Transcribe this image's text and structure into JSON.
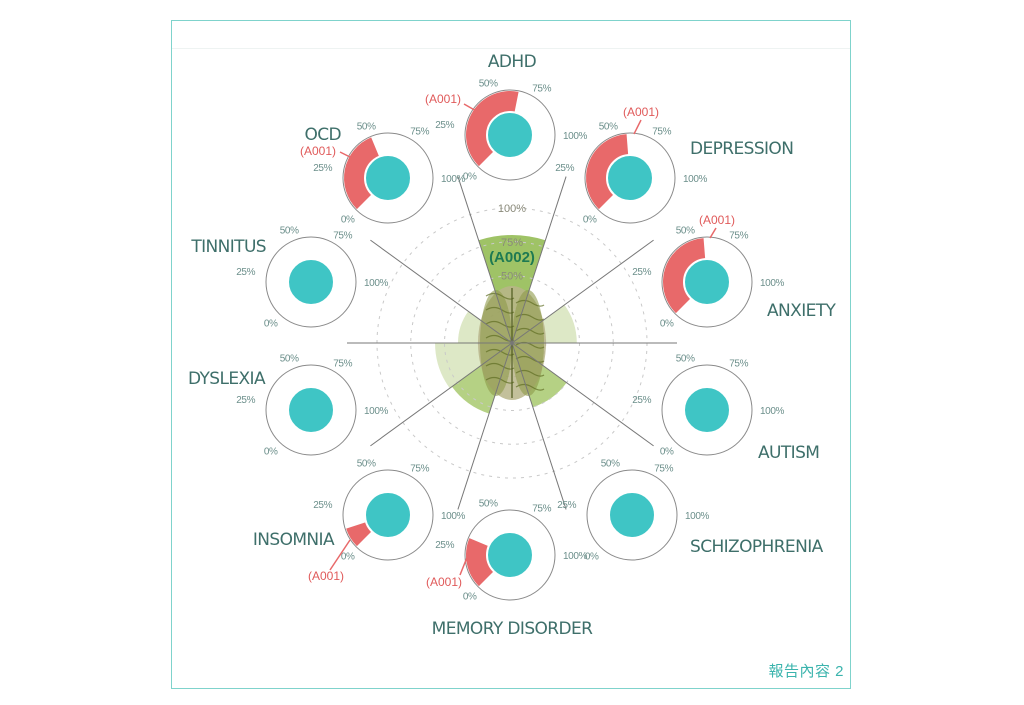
{
  "footer": "報告內容 2",
  "chart_data": {
    "type": "radial-gauges",
    "gauge_ticks": [
      "0%",
      "25%",
      "50%",
      "75%",
      "100%"
    ],
    "categories": [
      {
        "name": "ADHD",
        "value": 65,
        "code": "(A001)"
      },
      {
        "name": "DEPRESSION",
        "value": 58,
        "code": "(A001)"
      },
      {
        "name": "ANXIETY",
        "value": 58,
        "code": "(A001)"
      },
      {
        "name": "AUTISM",
        "value": 0,
        "code": null
      },
      {
        "name": "SCHIZOPHRENIA",
        "value": 0,
        "code": null
      },
      {
        "name": "MEMORY DISORDER",
        "value": 30,
        "code": "(A001)"
      },
      {
        "name": "INSOMNIA",
        "value": 12,
        "code": "(A001)"
      },
      {
        "name": "DYSLEXIA",
        "value": 0,
        "code": null
      },
      {
        "name": "TINNITUS",
        "value": 0,
        "code": null
      },
      {
        "name": "OCD",
        "value": 50,
        "code": "(A001)"
      }
    ],
    "center_radar": {
      "ticks": [
        "50%",
        "75%",
        "100%"
      ],
      "highlight_code": "(A002)",
      "values": [
        80,
        0,
        48,
        0,
        50,
        0,
        55,
        57,
        40,
        0
      ],
      "shade": [
        "dark",
        "none",
        "light",
        "none",
        "mid",
        "none",
        "mid",
        "light",
        "light",
        "none"
      ]
    },
    "colors": {
      "fill": "#e8696a",
      "core": "#3fc5c5",
      "radar_dark": "#9fc366",
      "radar_mid": "#b5d184",
      "radar_light": "#dde8c6",
      "label": "#3e6f6a"
    }
  }
}
